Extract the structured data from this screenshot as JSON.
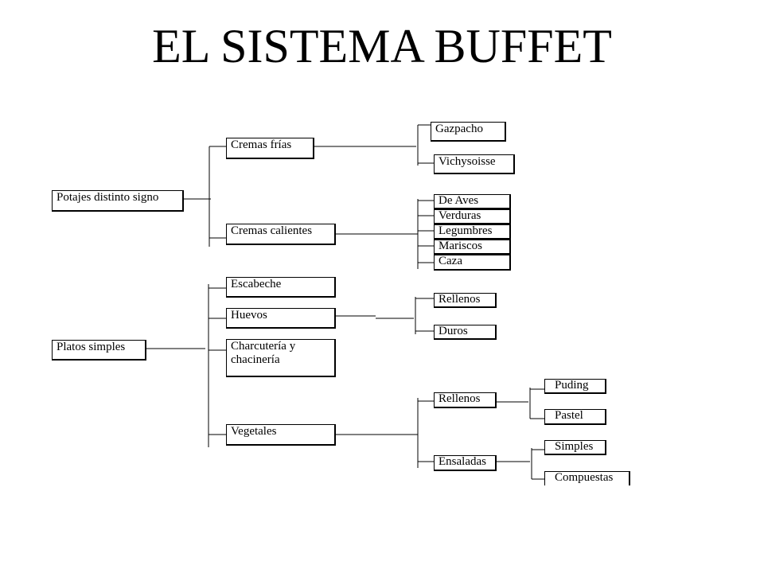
{
  "title": "EL SISTEMA BUFFET",
  "potajes": {
    "root": "Potajes distinto signo",
    "cremas_frias": {
      "label": "Cremas frías",
      "items": [
        "Gazpacho",
        "Vichysoisse"
      ]
    },
    "cremas_calientes": {
      "label": "Cremas calientes",
      "items": [
        "De Aves",
        "Verduras",
        "Legumbres",
        "Mariscos",
        "Caza"
      ]
    }
  },
  "platos": {
    "root": "Platos simples",
    "escabeche": "Escabeche",
    "huevos": {
      "label": "Huevos",
      "items": [
        "Rellenos",
        "Duros"
      ]
    },
    "charcuteria": "Charcutería y chacinería",
    "vegetales": {
      "label": "Vegetales",
      "rellenos": {
        "label": "Rellenos",
        "items": [
          "Puding",
          "Pastel"
        ]
      },
      "ensaladas": {
        "label": "Ensaladas",
        "items": [
          "Simples",
          "Compuestas"
        ]
      }
    }
  }
}
